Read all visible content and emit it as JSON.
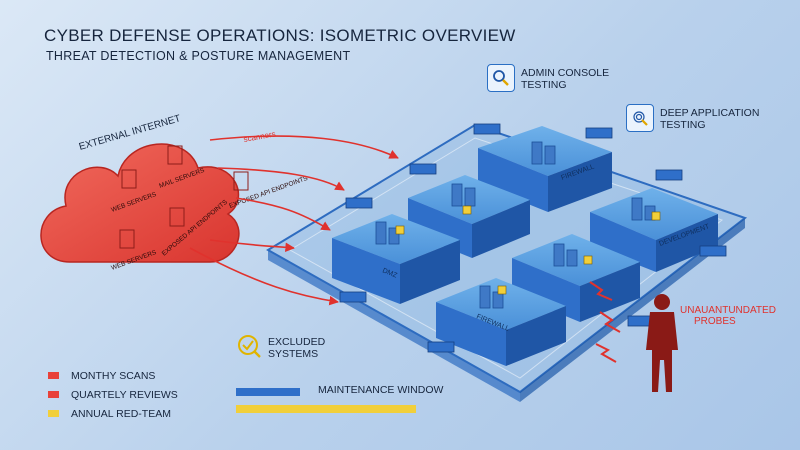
{
  "header": {
    "title": "CYBER DEFENSE OPERATIONS: ISOMETRIC OVERVIEW",
    "subtitle": "THREAT DETECTION & POSTURE MANAGEMENT"
  },
  "cloud": {
    "title": "EXTERNAL INTERNET",
    "items": [
      "WEB SERVERS",
      "MAIL SERVERS",
      "WEB SERVERS",
      "EXPOSED API ENDPOINTS"
    ],
    "outside_item": "EXPOSED API ENDPOINTS",
    "arrow_label": "scanners",
    "color": "#e8413a"
  },
  "zones": [
    "FIREWALL",
    "DMZ",
    "DEVELOPMENT",
    "FIREWALL"
  ],
  "callouts": {
    "admin": [
      "ADMIN CONSOLE",
      "TESTING"
    ],
    "deep": [
      "DEEP APPLICATION",
      "TESTING"
    ],
    "excluded": [
      "EXCLUDED",
      "SYSTEMS"
    ]
  },
  "probes": [
    "UNAUANTUNDATED",
    "PROBES"
  ],
  "legend": [
    {
      "label": "MONTHY SCANS",
      "color": "#e8413a"
    },
    {
      "label": "QUARTELY REVIEWS",
      "color": "#e8413a"
    },
    {
      "label": "ANNUAL RED-TEAM",
      "color": "#f1cf3a"
    }
  ],
  "maintenance": {
    "label": "MAINTENANCE WINDOW",
    "color": "#2f6fc9"
  }
}
